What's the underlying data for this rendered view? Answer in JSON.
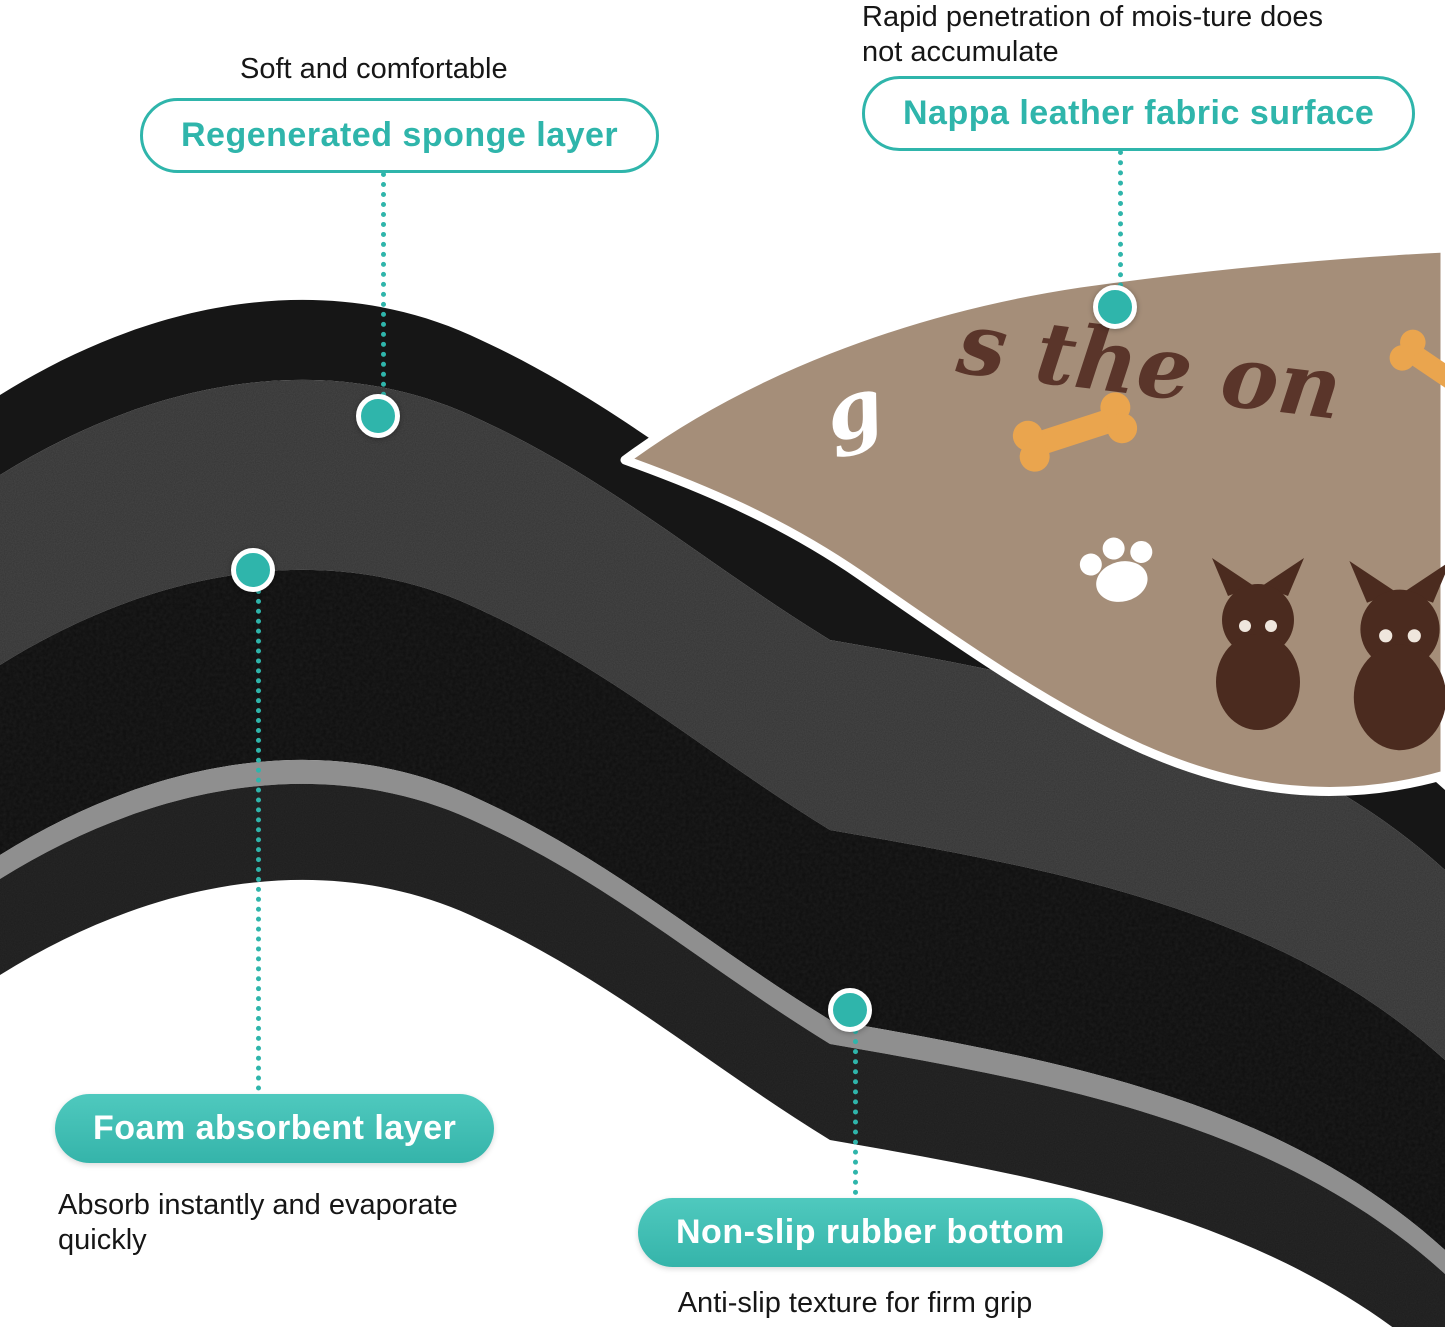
{
  "colors": {
    "accent_teal": "#2fb5ab",
    "pill_fill_teal": "#41c2b7",
    "mat_fabric_brown": "#a58e79",
    "bone_orange": "#eaa54e",
    "dog_brown": "#4b2b1f",
    "sponge_gray": "#343434",
    "foam_black": "#0e0e0e",
    "rubber_black": "#1d1d1d"
  },
  "callouts": {
    "sponge": {
      "caption": "Soft and comfortable",
      "label": "Regenerated sponge layer"
    },
    "fabric": {
      "caption_line1": "Rapid penetration of mois-ture does",
      "caption_line2": "not accumulate",
      "label": "Nappa leather fabric surface"
    },
    "foam": {
      "label": "Foam absorbent layer",
      "caption_line1": "Absorb instantly and evaporate",
      "caption_line2": "quickly"
    },
    "rubber": {
      "label": "Non-slip rubber bottom",
      "caption": "Anti-slip texture for firm grip"
    }
  },
  "mat_print": {
    "script_fragment_dark": "s the on",
    "script_fragment_white": "g"
  }
}
